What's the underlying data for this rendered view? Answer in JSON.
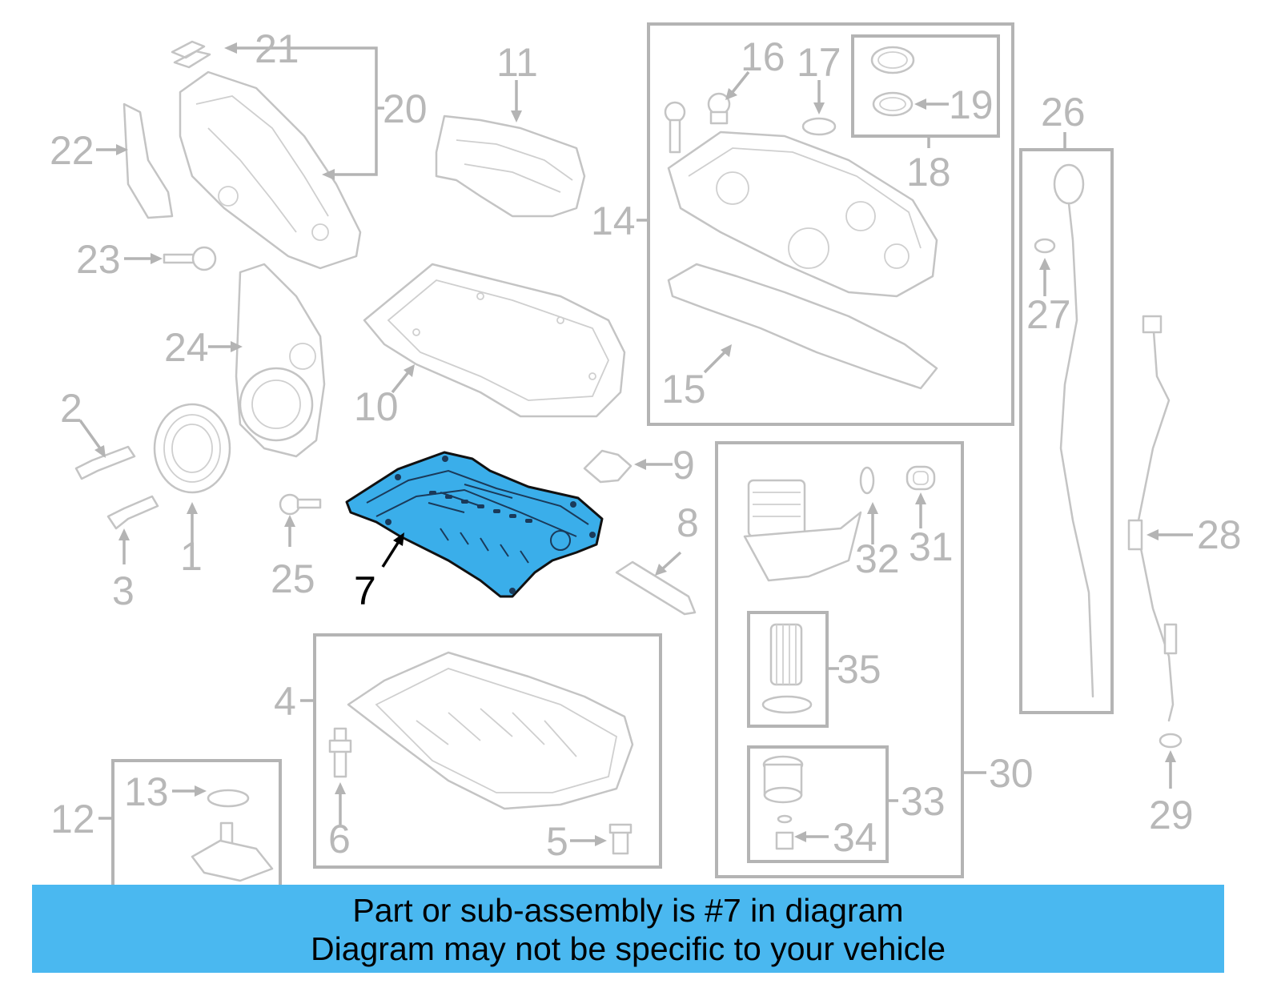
{
  "highlighted_part": "7",
  "callouts": {
    "c1": "1",
    "c2": "2",
    "c3": "3",
    "c4": "4",
    "c5": "5",
    "c6": "6",
    "c7": "7",
    "c8": "8",
    "c9": "9",
    "c10": "10",
    "c11": "11",
    "c12": "12",
    "c13": "13",
    "c14": "14",
    "c15": "15",
    "c16": "16",
    "c17": "17",
    "c18": "18",
    "c19": "19",
    "c20": "20",
    "c21": "21",
    "c22": "22",
    "c23": "23",
    "c24": "24",
    "c25": "25",
    "c26": "26",
    "c27": "27",
    "c28": "28",
    "c29": "29",
    "c30": "30",
    "c31": "31",
    "c32": "32",
    "c33": "33",
    "c34": "34",
    "c35": "35"
  },
  "banner": {
    "line1": "Part or sub-assembly is #7 in diagram",
    "line2": "Diagram may not be specific to your vehicle"
  },
  "colors": {
    "highlight": "#3aaeea",
    "banner": "#4ab8f0",
    "inactive_line": "#c4c4c4",
    "inactive_label": "#b8b8b8"
  }
}
